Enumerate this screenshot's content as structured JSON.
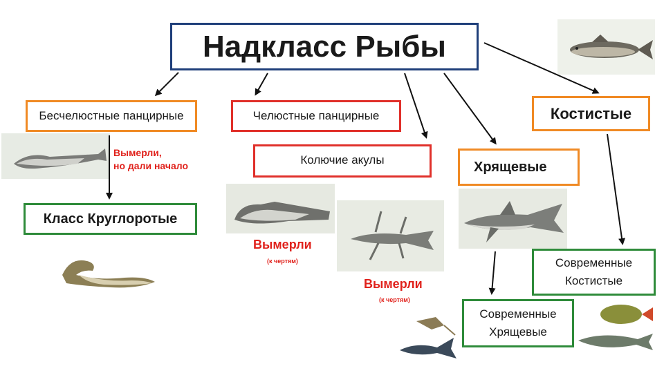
{
  "title": "Надкласс Рыбы",
  "boxes": {
    "jawless": "Бесчелюстные панцирные",
    "jawed": "Челюстные панцирные",
    "spiny_sharks": "Колючие акулы",
    "bony": "Костистые",
    "cartilaginous": "Хрящевые",
    "cyclostomes": "Класс Круглоротые",
    "modern_bony_line1": "Современные",
    "modern_bony_line2": "Костистые",
    "modern_cart_line1": "Современные",
    "modern_cart_line2": "Хрящевые"
  },
  "notes": {
    "extinct_gave_rise_line1": "Вымерли,",
    "extinct_gave_rise_line2": "но дали начало",
    "extinct_1": "Вымерли",
    "extinct_1_small": "(к чертям)",
    "extinct_2": "Вымерли",
    "extinct_2_small": "(к чертям)"
  },
  "colors": {
    "title_border": "#1f3f7a",
    "orange_border": "#f08a24",
    "red_border": "#e0302a",
    "green_border": "#2e8b3a",
    "note_red": "#e0211b"
  }
}
